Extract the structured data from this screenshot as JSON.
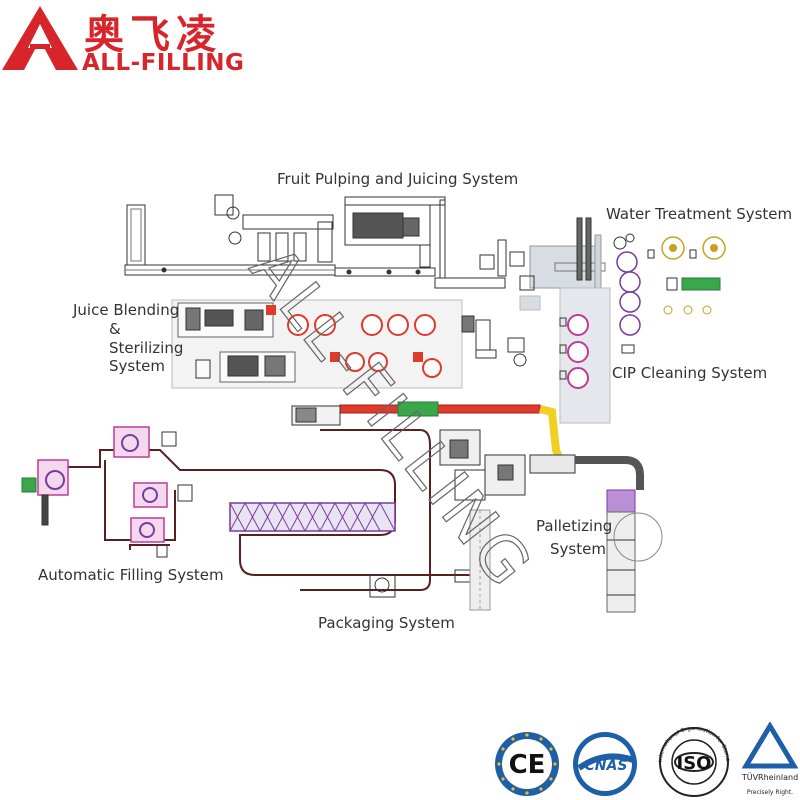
{
  "brand": {
    "name_cn": "奥飞凌",
    "name_en": "ALL-FILLING",
    "color": "#d6262c"
  },
  "watermark": "ALL-FILLING",
  "sections": {
    "fruit_pulping": "Fruit Pulping and Juicing System",
    "water_treatment": "Water Treatment System",
    "juice_blending": [
      "Juice Blending",
      "&",
      "Sterilizing",
      "System"
    ],
    "cip_cleaning": "CIP Cleaning System",
    "automatic_filling": "Automatic Filling System",
    "packaging": "Packaging System",
    "palletizing": [
      "Palletizing",
      "System"
    ]
  },
  "certifications": {
    "ce": "CE",
    "cnas": "CNAS",
    "iso": "ISO",
    "iso_ring": "International Organization for Standardization",
    "tuv": "TÜVRheinland",
    "tuv_tagline": "Precisely Right."
  },
  "colors": {
    "line": "#333333",
    "conveyor_red": "#e23a2a",
    "conveyor_yellow": "#f0d020",
    "tank_magenta": "#c03a9a",
    "tank_purple": "#7a3aa0",
    "track_dark": "#5a2020",
    "water_green": "#3aa84a",
    "cip_panel": "#d8dde3"
  }
}
